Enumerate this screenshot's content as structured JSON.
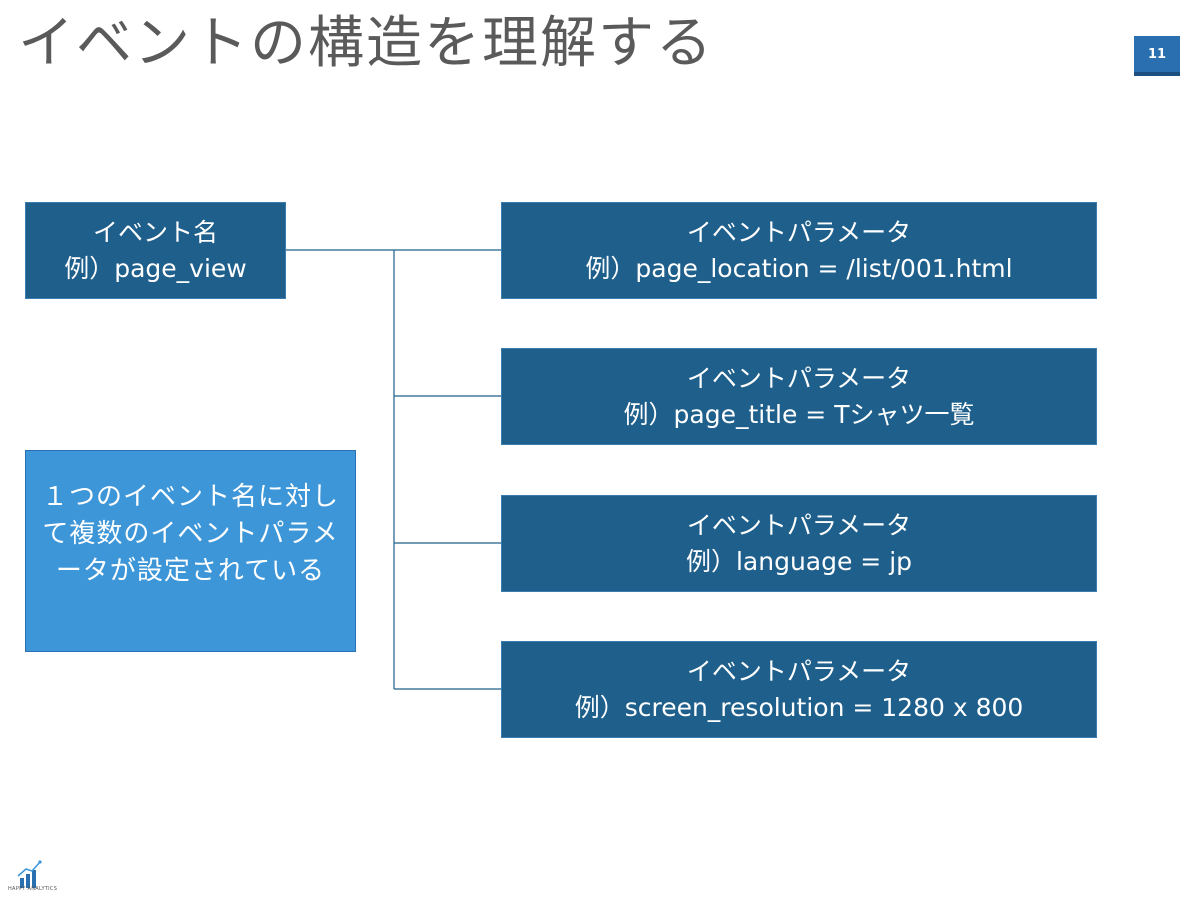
{
  "slide": {
    "title": "イベントの構造を理解する",
    "page_number": "11"
  },
  "event_name": {
    "line1": "イベント名",
    "line2": "例）page_view"
  },
  "parameters": [
    {
      "line1": "イベントパラメータ",
      "line2": "例）page_location = /list/001.html"
    },
    {
      "line1": "イベントパラメータ",
      "line2": "例）page_title = Tシャツ一覧"
    },
    {
      "line1": "イベントパラメータ",
      "line2": "例）language = jp"
    },
    {
      "line1": "イベントパラメータ",
      "line2": "例）screen_resolution = 1280 x 800"
    }
  ],
  "note": {
    "text": "１つのイベント名に対して複数のイベントパラメータが設定されている"
  },
  "logo": {
    "text": "HAPPY ANALYTICS",
    "icon": "bar-chart-icon"
  },
  "colors": {
    "box_dark": "#1f5f8b",
    "box_light": "#3d96d8",
    "connector": "#1f5f8b",
    "page_badge": "#2a6fb0"
  }
}
